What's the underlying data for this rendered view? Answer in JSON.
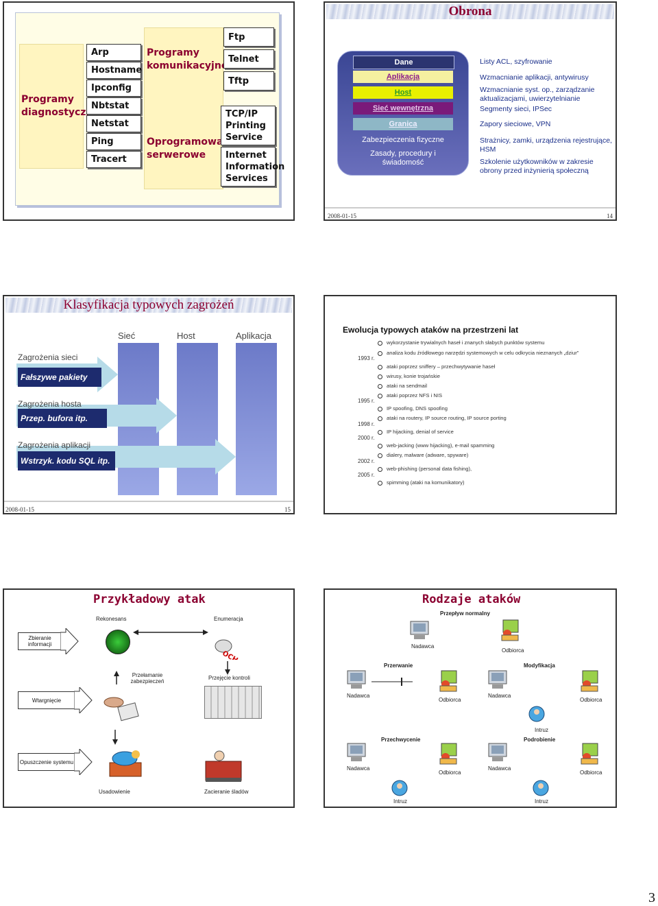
{
  "page_number": "3",
  "slide1": {
    "footer_date": "2008-01-15",
    "footer_num": "14",
    "categories": [
      "Programy diagnostyczne",
      "Programy komunikacyjne",
      "Oprogramowanie serwerowe"
    ],
    "col1": [
      "Arp",
      "Hostname",
      "Ipconfig",
      "Nbtstat",
      "Netstat",
      "Ping",
      "Tracert"
    ],
    "col2": [
      "Ftp",
      "Telnet",
      "Tftp"
    ],
    "col2b": [
      "TCP/IP Printing Service",
      "Internet Information Services"
    ]
  },
  "slide2": {
    "title": "Obrona",
    "layers": [
      "Dane",
      "Aplikacja",
      "Host",
      "Sieć wewnętrzna",
      "Granica",
      "Zabezpieczenia fizyczne",
      "Zasady, procedury i świadomość"
    ],
    "defenses": [
      "Listy ACL, szyfrowanie",
      "Wzmacnianie aplikacji, antywirusy",
      "Wzmacnianie syst. op., zarządzanie aktualizacjami, uwierzytelnianie",
      "Segmenty sieci, IPSec",
      "Zapory sieciowe, VPN",
      "Strażnicy, zamki, urządzenia rejestrujące, HSM",
      "Szkolenie użytkowników w zakresie obrony przed inżynierią społeczną"
    ]
  },
  "slide3": {
    "title": "Klasyfikacja typowych zagrożeń",
    "footer_date": "2008-01-15",
    "footer_num": "15",
    "columns": [
      "Sieć",
      "Host",
      "Aplikacja"
    ],
    "threats": [
      {
        "label": "Zagrożenia sieci",
        "example": "Fałszywe pakiety itp."
      },
      {
        "label": "Zagrożenia hosta",
        "example": "Przep. bufora itp."
      },
      {
        "label": "Zagrożenia aplikacji",
        "example": "Wstrzyk. kodu SQL itp."
      }
    ]
  },
  "slide4": {
    "title": "Ewolucja typowych ataków na przestrzeni lat",
    "years": [
      "1993 r.",
      "1995 r.",
      "1998 r.",
      "2000 r.",
      "2002 r.",
      "2005 r."
    ],
    "items": [
      "wykorzystanie trywialnych haseł i znanych słabych punktów systemu",
      "analiza kodu źródłowego narzędzi systemowych w celu odkrycia nieznanych „dziur”",
      "ataki poprzez sniffery – przechwytywanie haseł",
      "wirusy, konie trojańskie",
      "ataki na sendmail",
      "ataki poprzez NFS i NIS",
      "IP spoofing, DNS spoofing",
      "ataki na routery, IP source routing, IP source porting",
      "IP hijacking, denial of service",
      "web-jacking (www hijacking), e-mail spamming",
      "dialery, malware (adware, spyware)",
      "web-phishing (personal data fishing),",
      "spimming (ataki na komunikatory)"
    ]
  },
  "slide5": {
    "title": "Przykładowy atak",
    "phases": [
      "Rekonesans",
      "Enumeracja",
      "Przełamanie zabezpieczeń",
      "Przejęcie kontroli",
      "Usadowienie",
      "Zacieranie śladów"
    ],
    "callouts": [
      "Zbieranie informacji",
      "Wtargnięcie",
      "Opuszczenie systemu"
    ],
    "stamp": "OCH"
  },
  "slide6": {
    "title": "Rodzaje ataków",
    "headers": [
      "Przepływ normalny",
      "Przerwanie",
      "Modyfikacja",
      "Przechwycenie",
      "Podrobienie"
    ],
    "nadawca": "Nadawca",
    "odbiorca": "Odbiorca",
    "intruz": "Intruz"
  },
  "colors": {
    "title": "#8b0030",
    "defense_text": "#1a2f8a",
    "pillar": "#7c88d0",
    "arrow": "#b6dbe8"
  }
}
